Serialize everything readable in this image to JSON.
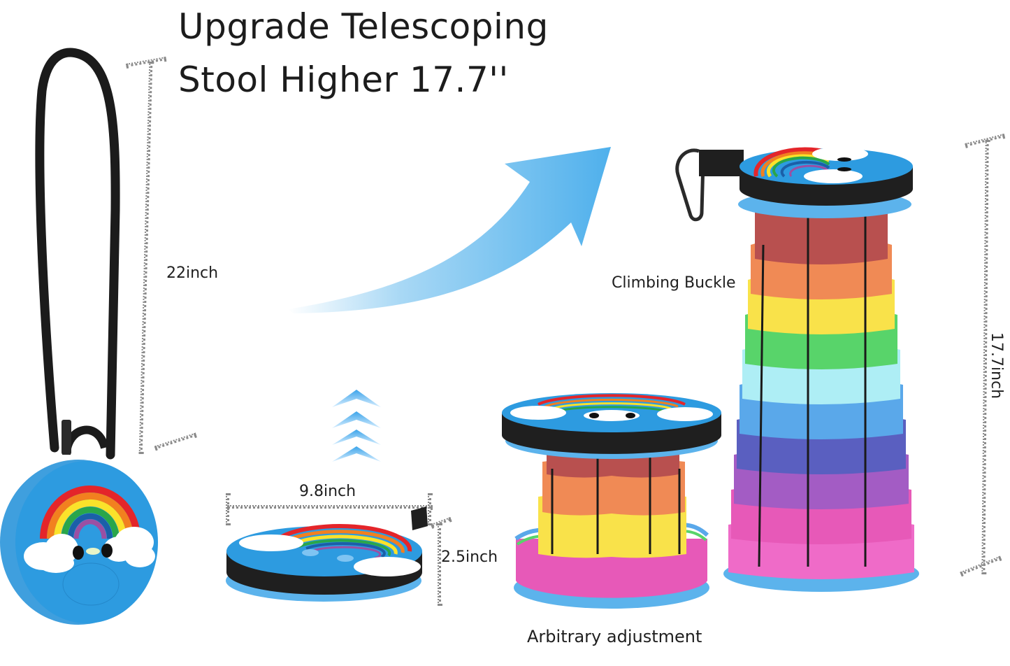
{
  "headline": {
    "line1": "Upgrade Telescoping",
    "line2": "Stool Higher 17.7''"
  },
  "labels": {
    "strap_length": "22inch",
    "climbing_buckle": "Climbing Buckle",
    "extended_height": "17.7inch",
    "folded_diameter": "9.8inch",
    "folded_height": "2.5inch",
    "arbitrary_adjustment": "Arbitrary adjustment"
  },
  "colors": {
    "seat_blue": "#2d9be0",
    "base_blue": "#5cb3ec",
    "arrow_blue": "#4fb0ec",
    "rainbow": [
      "#e4252a",
      "#f2801f",
      "#fbe22a",
      "#2aa64a",
      "#1b5fa8",
      "#9b4fa3"
    ],
    "tiers": [
      "#b8504f",
      "#f08a55",
      "#f9e24a",
      "#58d46a",
      "#aeeef5",
      "#5aa8ea",
      "#5a5fc0",
      "#a35cc4",
      "#e759b8",
      "#ef6bc8"
    ]
  },
  "illustrations": {
    "hanging_stool": "stool-with-shoulder-strap",
    "folded_stool": "stool-collapsed",
    "partially_extended_stool": "stool-partial",
    "fully_extended_stool": "stool-extended-with-carabiner",
    "growth_arrow": "arrow-up-right",
    "up_chevrons": "chevron-up-stack"
  }
}
